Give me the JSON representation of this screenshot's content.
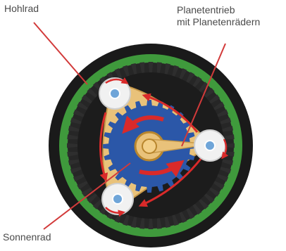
{
  "diagram": {
    "labels": {
      "hohlrad": "Hohlrad",
      "planet_line1": "Planetentrieb",
      "planet_line2": "mit Planetenrädern",
      "sonnenrad": "Sonnenrad"
    },
    "colors": {
      "background": "#ffffff",
      "outer_ring": "#1a1a1a",
      "ring_gear_band": "#3f9a3c",
      "gear_teeth": "#2a2a2a",
      "gear_body": "#1c1c1c",
      "sun_gear": "#2b57a8",
      "carrier": "#e9c27a",
      "planet_gear": "#f1f1f1",
      "arrow": "#d92a2a",
      "leader_line": "#d23a3a",
      "label_text": "#4a4a4a"
    }
  }
}
